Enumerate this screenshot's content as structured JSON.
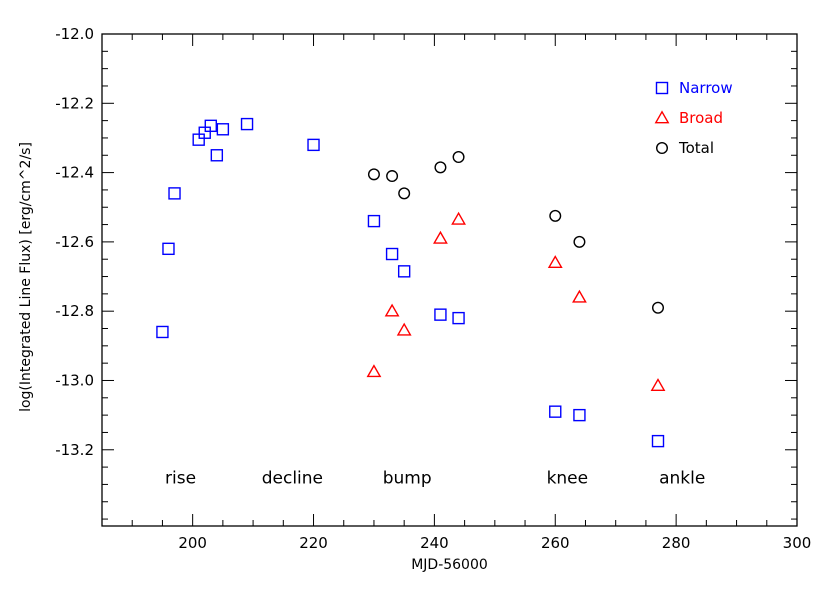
{
  "chart_data": {
    "type": "scatter",
    "xlabel": "MJD-56000",
    "ylabel": "log(Integrated Line Flux) [erg/cm^2/s]",
    "xlim": [
      185,
      300
    ],
    "ylim": [
      -13.42,
      -12.0
    ],
    "x_ticks": [
      200,
      220,
      240,
      260,
      280,
      300
    ],
    "y_ticks": [
      -13.2,
      -13.0,
      -12.8,
      -12.6,
      -12.4,
      -12.2,
      -12.0
    ],
    "x_tick_labels": [
      "200",
      "220",
      "240",
      "260",
      "280",
      "300"
    ],
    "y_tick_labels": [
      "-13.2",
      "-13.0",
      "-12.8",
      "-12.6",
      "-12.4",
      "-12.2",
      "-12.0"
    ],
    "x_minor_step": 5,
    "y_minor_step": 0.05,
    "legend_position": "top-right",
    "series": [
      {
        "name": "Narrow",
        "marker": "square",
        "color": "#0000ff",
        "points": [
          {
            "x": 195,
            "y": -12.86
          },
          {
            "x": 196,
            "y": -12.62
          },
          {
            "x": 197,
            "y": -12.46
          },
          {
            "x": 201,
            "y": -12.305
          },
          {
            "x": 202,
            "y": -12.285
          },
          {
            "x": 203,
            "y": -12.265
          },
          {
            "x": 204,
            "y": -12.35
          },
          {
            "x": 205,
            "y": -12.275
          },
          {
            "x": 209,
            "y": -12.26
          },
          {
            "x": 220,
            "y": -12.32
          },
          {
            "x": 230,
            "y": -12.54
          },
          {
            "x": 233,
            "y": -12.635
          },
          {
            "x": 235,
            "y": -12.685
          },
          {
            "x": 241,
            "y": -12.81
          },
          {
            "x": 244,
            "y": -12.82
          },
          {
            "x": 260,
            "y": -13.09
          },
          {
            "x": 264,
            "y": -13.1
          },
          {
            "x": 277,
            "y": -13.175
          }
        ]
      },
      {
        "name": "Broad",
        "marker": "triangle",
        "color": "#ff0000",
        "points": [
          {
            "x": 230,
            "y": -12.975
          },
          {
            "x": 233,
            "y": -12.8
          },
          {
            "x": 235,
            "y": -12.855
          },
          {
            "x": 241,
            "y": -12.59
          },
          {
            "x": 244,
            "y": -12.535
          },
          {
            "x": 260,
            "y": -12.66
          },
          {
            "x": 264,
            "y": -12.76
          },
          {
            "x": 277,
            "y": -13.015
          }
        ]
      },
      {
        "name": "Total",
        "marker": "circle",
        "color": "#000000",
        "points": [
          {
            "x": 230,
            "y": -12.405
          },
          {
            "x": 233,
            "y": -12.41
          },
          {
            "x": 235,
            "y": -12.46
          },
          {
            "x": 241,
            "y": -12.385
          },
          {
            "x": 244,
            "y": -12.355
          },
          {
            "x": 260,
            "y": -12.525
          },
          {
            "x": 264,
            "y": -12.6
          },
          {
            "x": 277,
            "y": -12.79
          }
        ]
      }
    ],
    "annotations": [
      {
        "text": "rise",
        "x": 198,
        "y": -13.28
      },
      {
        "text": "decline",
        "x": 216.5,
        "y": -13.28
      },
      {
        "text": "bump",
        "x": 235.5,
        "y": -13.28
      },
      {
        "text": "knee",
        "x": 262,
        "y": -13.28
      },
      {
        "text": "ankle",
        "x": 281,
        "y": -13.28
      }
    ]
  }
}
